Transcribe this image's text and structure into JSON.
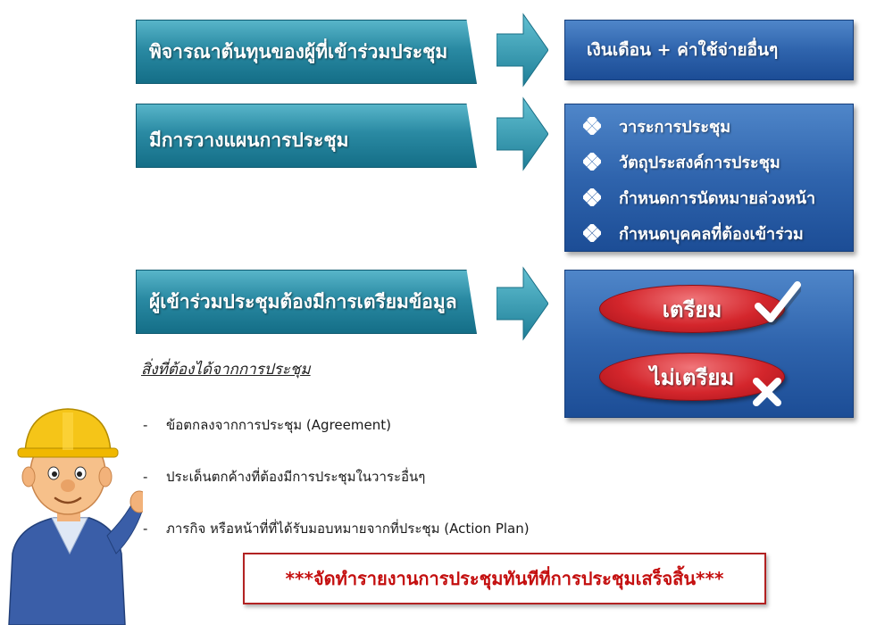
{
  "left_boxes": [
    {
      "label": "พิจารณาต้นทุนของผู้ที่เข้าร่วมประชุม"
    },
    {
      "label": "มีการวางแผนการประชุม"
    },
    {
      "label": "ผู้เข้าร่วมประชุมต้องมีการเตรียมข้อมูล"
    }
  ],
  "right_box_1": {
    "label": "เงินเดือน + ค่าใช้จ่ายอื่นๆ"
  },
  "right_box_2": {
    "items": [
      "วาระการประชุม",
      "วัตถุประสงค์การประชุม",
      "กำหนดการนัดหมายล่วงหน้า",
      "กำหนดบุคคลที่ต้องเข้าร่วม"
    ]
  },
  "right_box_3": {
    "prepared_label": "เตรียม",
    "not_prepared_label": "ไม่เตรียม"
  },
  "outcomes": {
    "heading": "สิ่งที่ต้องได้จากการประชุม",
    "items": [
      "ข้อตกลงจากการประชุม (Agreement)",
      "ประเด็นตกค้างที่ต้องมีการประชุมในวาระอื่นๆ",
      "ภารกิจ หรือหน้าที่ที่ได้รับมอบหมายจากที่ประชุม (Action Plan)"
    ]
  },
  "footer": {
    "text": "***จัดทำรายงานการประชุมทันทีที่การประชุมเสร็จสิ้น***"
  },
  "colors": {
    "teal": "#2a8aa3",
    "blue": "#2f64ad",
    "red": "#d4262c",
    "footer_text": "#c40f0f"
  }
}
